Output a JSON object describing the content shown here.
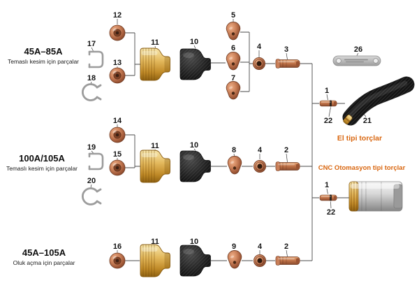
{
  "sections": [
    {
      "title": "45A–85A",
      "subtitle": "Temaslı kesim için parçalar"
    },
    {
      "title": "100A/105A",
      "subtitle": "Temaslı kesim için parçalar"
    },
    {
      "title": "45A–105A",
      "subtitle": "Oluk açma için parçalar"
    }
  ],
  "torches": {
    "hand_label": "El tipi torçlar",
    "cnc_label": "CNC Otomasyon tipi torçlar"
  },
  "part_numbers": {
    "row1": [
      "12",
      "17",
      "13",
      "18",
      "11",
      "10",
      "5",
      "6",
      "7",
      "4",
      "3"
    ],
    "wrench": "26",
    "hand": [
      "1",
      "22",
      "21"
    ],
    "cnc": [
      "1",
      "22"
    ],
    "row2": [
      "14",
      "19",
      "15",
      "20",
      "11",
      "10",
      "8",
      "4",
      "2"
    ],
    "row3": [
      "16",
      "11",
      "10",
      "9",
      "4",
      "2"
    ]
  },
  "colors": {
    "copper": "#b06a48",
    "gold": "#d2a23c",
    "shield_black": "#141414",
    "accent_orange": "#d9660f",
    "connector": "#4a4a4a"
  }
}
